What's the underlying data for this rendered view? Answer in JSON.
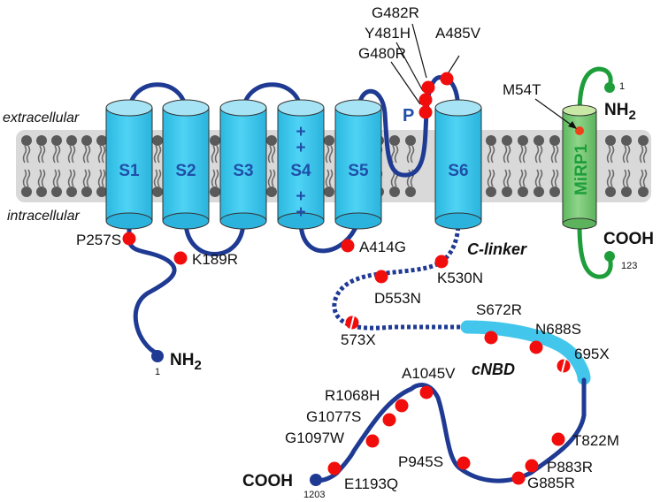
{
  "membrane": {
    "extracellular_label": "extracellular",
    "intracellular_label": "intracellular"
  },
  "segments": [
    {
      "id": "S1",
      "label": "S1"
    },
    {
      "id": "S2",
      "label": "S2"
    },
    {
      "id": "S3",
      "label": "S3"
    },
    {
      "id": "S4",
      "label": "S4",
      "charges": [
        "+",
        "+",
        "+",
        "+"
      ]
    },
    {
      "id": "S5",
      "label": "S5"
    },
    {
      "id": "S6",
      "label": "S6"
    }
  ],
  "pore_label": "P",
  "domains": {
    "c_linker": "C-linker",
    "cnbd": "cNBD"
  },
  "mirp1": {
    "label": "MiRP1",
    "mutation": "M54T",
    "n_term": "NH2",
    "n_term_number": "1",
    "c_term": "COOH",
    "c_term_number": "123"
  },
  "herg": {
    "n_term": "NH2",
    "n_term_number": "1",
    "c_term": "COOH",
    "c_term_number": "1203"
  },
  "mutations": [
    {
      "label": "P257S",
      "type": "missense"
    },
    {
      "label": "K189R",
      "type": "missense"
    },
    {
      "label": "A414G",
      "type": "missense"
    },
    {
      "label": "G480R",
      "type": "missense"
    },
    {
      "label": "Y481H",
      "type": "missense"
    },
    {
      "label": "G482R",
      "type": "missense"
    },
    {
      "label": "A485V",
      "type": "missense"
    },
    {
      "label": "K530N",
      "type": "missense"
    },
    {
      "label": "D553N",
      "type": "missense"
    },
    {
      "label": "573X",
      "type": "truncation"
    },
    {
      "label": "S672R",
      "type": "missense"
    },
    {
      "label": "N688S",
      "type": "missense"
    },
    {
      "label": "695X",
      "type": "truncation"
    },
    {
      "label": "T822M",
      "type": "missense"
    },
    {
      "label": "P883R",
      "type": "missense"
    },
    {
      "label": "G885R",
      "type": "missense"
    },
    {
      "label": "P945S",
      "type": "missense"
    },
    {
      "label": "A1045V",
      "type": "missense"
    },
    {
      "label": "R1068H",
      "type": "missense"
    },
    {
      "label": "G1077S",
      "type": "missense"
    },
    {
      "label": "G1097W",
      "type": "missense"
    },
    {
      "label": "E1193Q",
      "type": "missense"
    }
  ],
  "colors": {
    "helix": "#3cc8ec",
    "chain": "#1f3a93",
    "mutation": "#f20d0d",
    "mirp1": "#6cc46c",
    "mirp1_chain": "#1e9e3a",
    "membrane": "#d8d8d8",
    "lipid": "#5a5a5a"
  }
}
